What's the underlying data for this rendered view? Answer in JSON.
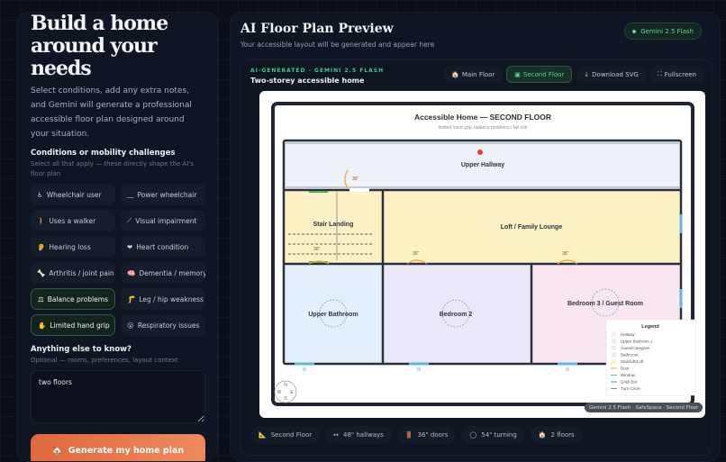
{
  "left": {
    "title": "Build a home around your needs",
    "intro": "Select conditions, add any extra notes, and Gemini will generate a professional accessible floor plan designed around your situation.",
    "conditions_heading": "Conditions or mobility challenges",
    "conditions_hint": "Select all that apply — these directly shape the AI's floor plan",
    "conditions": [
      {
        "icon": "♿",
        "label": "Wheelchair user",
        "selected": false
      },
      {
        "icon": "⎽",
        "label": "Power wheelchair",
        "selected": false
      },
      {
        "icon": "🚶",
        "label": "Uses a walker",
        "selected": false
      },
      {
        "icon": "⟋",
        "label": "Visual impairment",
        "selected": false
      },
      {
        "icon": "👂",
        "label": "Hearing loss",
        "selected": false
      },
      {
        "icon": "❤",
        "label": "Heart condition",
        "selected": false
      },
      {
        "icon": "🦴",
        "label": "Arthritis / joint pain",
        "selected": false
      },
      {
        "icon": "🧠",
        "label": "Dementia / memory",
        "selected": false
      },
      {
        "icon": "⚖",
        "label": "Balance problems",
        "selected": true
      },
      {
        "icon": "🦵",
        "label": "Leg / hip weakness",
        "selected": false
      },
      {
        "icon": "✋",
        "label": "Limited hand grip",
        "selected": true
      },
      {
        "icon": "😮",
        "label": "Respiratory issues",
        "selected": false
      }
    ],
    "notes_heading": "Anything else to know?",
    "notes_hint": "Optional — rooms, preferences, layout context",
    "notes_value": "two floors",
    "generate_icon": "🏠",
    "generate_label": "Generate my home plan"
  },
  "right": {
    "title": "AI Floor Plan Preview",
    "subtitle": "Your accessible layout will be generated and appear here",
    "model_badge": "Gemini 2.5 Flash",
    "ai_label": "AI-GENERATED · GEMINI 2.5 FLASH",
    "plan_name": "Two-storey accessible home",
    "toolbar": {
      "main_floor": "Main Floor",
      "second_floor": "Second Floor",
      "download": "Download SVG",
      "fullscreen": "Fullscreen"
    },
    "plan": {
      "title": "Accessible Home — SECOND FLOOR",
      "subtitle": "limited hand grip, balance problems / fall risk",
      "rooms": {
        "hallway": "Upper Hallway",
        "stair": "Stair Landing",
        "loft": "Loft / Family Lounge",
        "bath": "Upper Bathroom",
        "bed2": "Bedroom 2",
        "bed3": "Bedroom 3 / Guest Room"
      },
      "door_label": "36\"",
      "window_label": "W",
      "compass": {
        "n": "N",
        "w": "W",
        "e": "E",
        "s": "S"
      },
      "legend": {
        "title": "Legend",
        "items": [
          "Hallway",
          "Upper Bedroom 2",
          "Guest/Caregiver",
          "Bathroom",
          "Stair/Lift/Loft",
          "Door",
          "Window",
          "Grab Bar",
          "Turn Circle"
        ]
      },
      "watermark": "Gemini 2.5 Flash · SafeSpace · Second Floor"
    },
    "footer": [
      {
        "icon": "📐",
        "label": "Second Floor"
      },
      {
        "icon": "↔",
        "label": "48\" hallways"
      },
      {
        "icon": "🚪",
        "label": "36\" doors"
      },
      {
        "icon": "◯",
        "label": "54\" turning"
      },
      {
        "icon": "🏠",
        "label": "2 floors"
      }
    ],
    "colors": {
      "hallway": "#eef2f8",
      "stair": "#fbf1c4",
      "bath": "#e3f0fc",
      "bed2": "#ece8fa",
      "bed3": "#f9e6f1",
      "door": "#f0a040",
      "window": "#5fb4ec",
      "grab": "#4caf50",
      "accent": "#e8744a"
    }
  }
}
